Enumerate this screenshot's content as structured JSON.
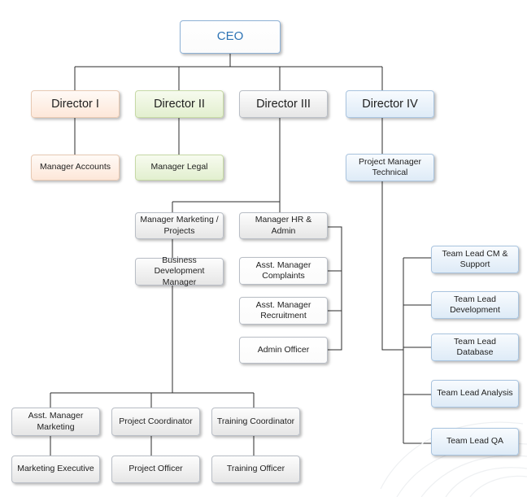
{
  "nodes": {
    "ceo": "CEO",
    "director1": "Director I",
    "director2": "Director II",
    "director3": "Director III",
    "director4": "Director IV",
    "manager_accounts": "Manager Accounts",
    "manager_legal": "Manager Legal",
    "pm_technical": "Project  Manager Technical",
    "manager_marketing_projects": "Manager Marketing / Projects",
    "manager_hr_admin": "Manager HR & Admin",
    "bd_manager": "Business Development Manager",
    "asst_mgr_complaints": "Asst. Manager Complaints",
    "asst_mgr_recruitment": "Asst. Manager Recruitment",
    "admin_officer": "Admin Officer",
    "asst_mgr_marketing": "Asst. Manager Marketing",
    "project_coordinator": "Project Coordinator",
    "training_coordinator": "Training Coordinator",
    "marketing_executive": "Marketing Executive",
    "project_officer": "Project Officer",
    "training_officer": "Training Officer",
    "tl_cm_support": "Team Lead CM & Support",
    "tl_development": "Team Lead Development",
    "tl_database": "Team Lead Database",
    "tl_analysis": "Team Lead Analysis",
    "tl_qa": "Team Lead QA"
  },
  "colors": {
    "connector": "#2b2b2b",
    "ceo_text": "#2e74b5",
    "director1_fill": "#fde7d9",
    "director2_fill": "#e2efcf",
    "director3_fill": "#e6e6e6",
    "director4_fill": "#deebf7"
  }
}
